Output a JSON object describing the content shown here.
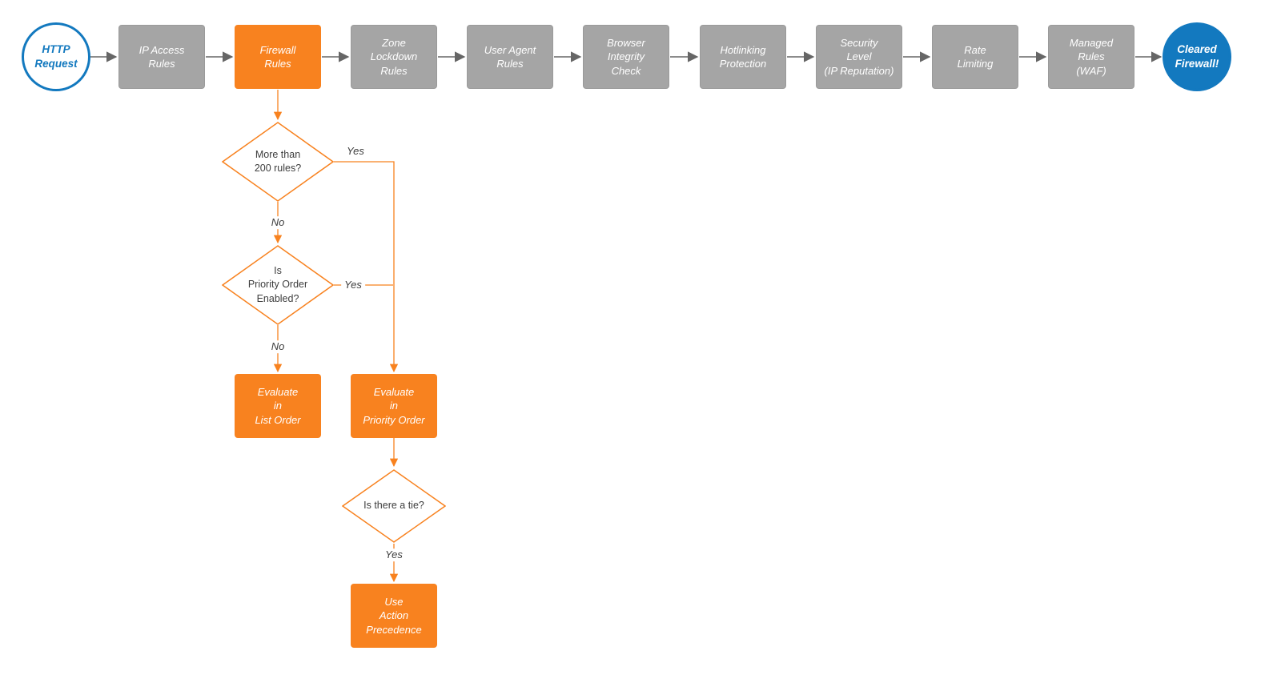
{
  "diagram": {
    "title": "HTTP request firewall evaluation flowchart",
    "start": {
      "label": "HTTP\nRequest"
    },
    "end": {
      "label": "Cleared\nFirewall!"
    },
    "pipeline": [
      {
        "label": "IP Access\nRules",
        "state": "gray"
      },
      {
        "label": "Firewall\nRules",
        "state": "orange"
      },
      {
        "label": "Zone\nLockdown\nRules",
        "state": "gray"
      },
      {
        "label": "User Agent\nRules",
        "state": "gray"
      },
      {
        "label": "Browser\nIntegrity\nCheck",
        "state": "gray"
      },
      {
        "label": "Hotlinking\nProtection",
        "state": "gray"
      },
      {
        "label": "Security\nLevel\n(IP Reputation)",
        "state": "gray"
      },
      {
        "label": "Rate\nLimiting",
        "state": "gray"
      },
      {
        "label": "Managed\nRules\n(WAF)",
        "state": "gray"
      }
    ],
    "decisions": [
      {
        "label": "More than\n200 rules?"
      },
      {
        "label": "Is\nPriority Order\nEnabled?"
      },
      {
        "label": "Is there a tie?"
      }
    ],
    "actions": [
      {
        "label": "Evaluate\nin\nList Order"
      },
      {
        "label": "Evaluate\nin\nPriority Order"
      },
      {
        "label": "Use\nAction\nPrecedence"
      }
    ],
    "edge_labels": [
      {
        "label": "Yes"
      },
      {
        "label": "No"
      },
      {
        "label": "Yes"
      },
      {
        "label": "No"
      },
      {
        "label": "Yes"
      }
    ],
    "colors": {
      "orange": "#F8821F",
      "gray": "#A5A5A5",
      "blue": "#1379BF",
      "arrow_gray": "#666666"
    }
  }
}
